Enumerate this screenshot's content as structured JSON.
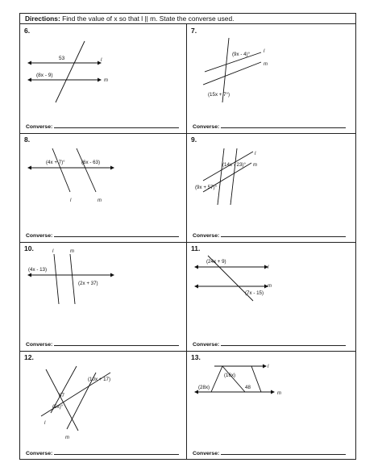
{
  "directions": {
    "label": "Directions:",
    "text": "Find the value of x so that l || m.  State the converse used."
  },
  "converse_label": "Converse:",
  "problems": [
    {
      "number": "6.",
      "angles": [
        "53",
        "(8x - 9)"
      ],
      "lines": [
        "l",
        "m"
      ]
    },
    {
      "number": "7.",
      "angles": [
        "(9x - 4)°",
        "(15x + 7°)"
      ],
      "lines": [
        "l",
        "m"
      ]
    },
    {
      "number": "8.",
      "angles": [
        "(4x + 7)°",
        "(6x - 63)"
      ],
      "lines": [
        "l",
        "m"
      ]
    },
    {
      "number": "9.",
      "angles": [
        "(14x - 23)°",
        "(9x + 57)°"
      ],
      "lines": [
        "l",
        "m"
      ]
    },
    {
      "number": "10.",
      "angles": [
        "(4x - 13)",
        "(2x + 37)"
      ],
      "lines": [
        "l",
        "m"
      ]
    },
    {
      "number": "11.",
      "angles": [
        "(24x + 9)",
        "(7x - 15)"
      ],
      "lines": [
        "l",
        "m"
      ]
    },
    {
      "number": "12.",
      "angles": [
        "(10x + 17)",
        "87",
        "(5x)°"
      ],
      "lines": [
        "l",
        "m"
      ]
    },
    {
      "number": "13.",
      "angles": [
        "(16x)",
        "(28x)",
        "48"
      ],
      "lines": [
        "l",
        "m"
      ]
    }
  ]
}
